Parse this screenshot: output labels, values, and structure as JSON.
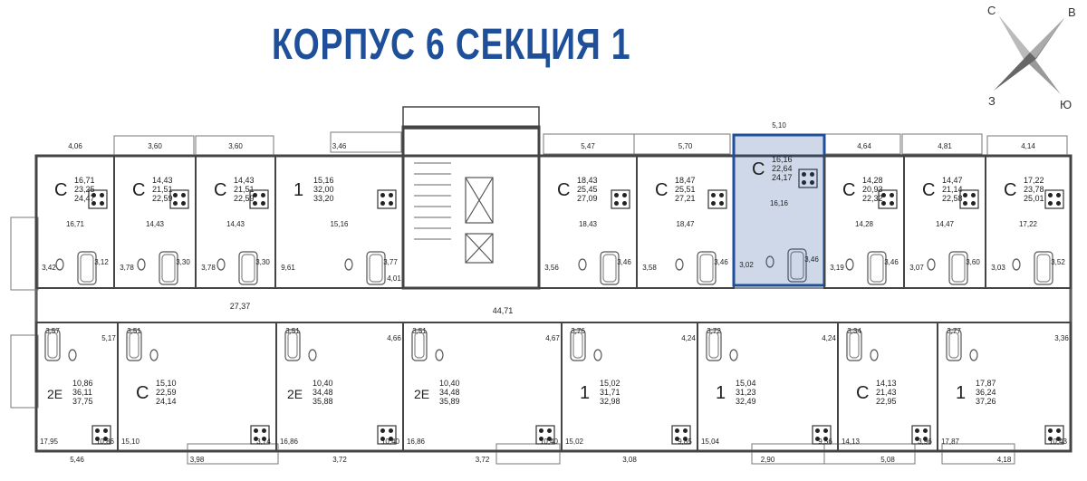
{
  "title": "КОРПУС 6  СЕКЦИЯ 1",
  "compass": {
    "n": "С",
    "e": "В",
    "s": "Ю",
    "w": "З"
  },
  "highlight_color": "#1f4f99",
  "apartments": [
    {
      "id": "t1",
      "type": "С",
      "living": "16,71",
      "total": "23,25",
      "full": "24,47",
      "rooms": [
        "16,71",
        "3,42",
        "3,12",
        "4,06"
      ]
    },
    {
      "id": "t2",
      "type": "С",
      "living": "14,43",
      "total": "21,51",
      "full": "22,59",
      "rooms": [
        "14,43",
        "3,78",
        "3,30",
        "3,60"
      ]
    },
    {
      "id": "t3",
      "type": "С",
      "living": "14,43",
      "total": "21,51",
      "full": "22,59",
      "rooms": [
        "14,43",
        "3,78",
        "3,30",
        "3,60"
      ]
    },
    {
      "id": "t4",
      "type": "1",
      "living": "15,16",
      "total": "32,00",
      "full": "33,20",
      "rooms": [
        "15,16",
        "9,61",
        "3,77",
        "3,46",
        "4,01"
      ]
    },
    {
      "id": "t5",
      "type": "С",
      "living": "18,43",
      "total": "25,45",
      "full": "27,09",
      "rooms": [
        "18,43",
        "3,56",
        "3,46",
        "5,47"
      ]
    },
    {
      "id": "t6",
      "type": "С",
      "living": "18,47",
      "total": "25,51",
      "full": "27,21",
      "rooms": [
        "18,47",
        "3,58",
        "3,46",
        "5,70"
      ]
    },
    {
      "id": "t7",
      "type": "С",
      "living": "16,16",
      "total": "22,64",
      "full": "24,17",
      "rooms": [
        "16,16",
        "3,02",
        "3,46",
        "5,10"
      ],
      "selected": true
    },
    {
      "id": "t8",
      "type": "С",
      "living": "14,28",
      "total": "20,93",
      "full": "22,32",
      "rooms": [
        "14,28",
        "3,19",
        "3,46",
        "4,64"
      ]
    },
    {
      "id": "t9",
      "type": "С",
      "living": "14,47",
      "total": "21,14",
      "full": "22,58",
      "rooms": [
        "14,47",
        "3,07",
        "3,60",
        "4,81"
      ]
    },
    {
      "id": "t10",
      "type": "С",
      "living": "17,22",
      "total": "23,78",
      "full": "25,01",
      "rooms": [
        "17,22",
        "3,03",
        "3,52",
        "4,14"
      ]
    },
    {
      "id": "b1",
      "type": "2Е",
      "living": "10,86",
      "total": "36,11",
      "full": "37,75",
      "rooms": [
        "17,95",
        "10,86",
        "3,57",
        "5,46",
        "5,17"
      ]
    },
    {
      "id": "b2",
      "type": "С",
      "living": "15,10",
      "total": "22,59",
      "full": "24,14",
      "rooms": [
        "15,10",
        "3,74",
        "3,51",
        "3,98"
      ]
    },
    {
      "id": "b3",
      "type": "2Е",
      "living": "10,40",
      "total": "34,48",
      "full": "35,88",
      "rooms": [
        "16,86",
        "10,40",
        "3,51",
        "3,72",
        "4,66"
      ]
    },
    {
      "id": "b4",
      "type": "2Е",
      "living": "10,40",
      "total": "34,48",
      "full": "35,89",
      "rooms": [
        "16,86",
        "10,40",
        "3,51",
        "3,72",
        "4,67"
      ]
    },
    {
      "id": "b5",
      "type": "1",
      "living": "15,02",
      "total": "31,71",
      "full": "32,98",
      "rooms": [
        "15,02",
        "9,85",
        "3,76",
        "3,08",
        "4,24"
      ]
    },
    {
      "id": "b6",
      "type": "1",
      "living": "15,04",
      "total": "31,23",
      "full": "32,49",
      "rooms": [
        "15,04",
        "9,56",
        "3,72",
        "2,90",
        "4,24"
      ]
    },
    {
      "id": "b7",
      "type": "С",
      "living": "14,13",
      "total": "21,43",
      "full": "22,95",
      "rooms": [
        "14,13",
        "3,96",
        "3,34",
        "5,08"
      ]
    },
    {
      "id": "b8",
      "type": "1",
      "living": "17,87",
      "total": "36,24",
      "full": "37,26",
      "rooms": [
        "17,87",
        "10,43",
        "3,77",
        "4,18",
        "3,36"
      ]
    }
  ],
  "corridor": [
    "27,37",
    "44,71"
  ]
}
